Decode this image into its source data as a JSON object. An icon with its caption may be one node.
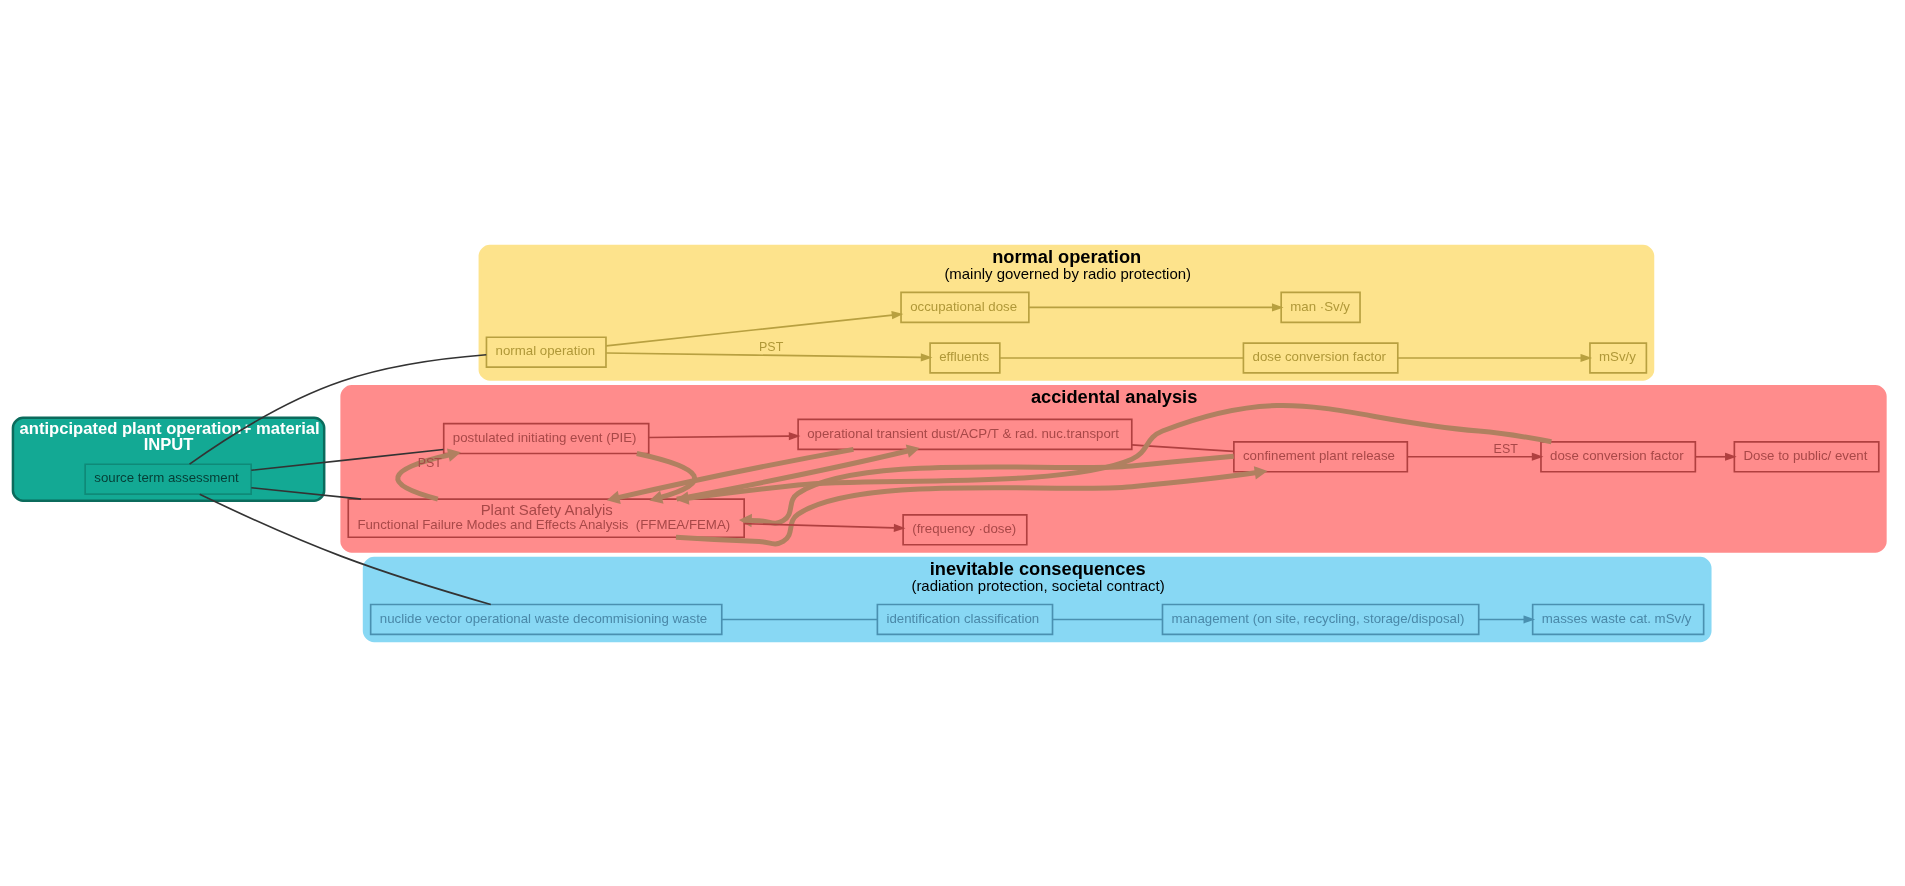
{
  "diagram": {
    "nodes": [
      {
        "text": [
          "antipcipated plant operation+ material",
          "INPUT"
        ]
      },
      {
        "text": [
          "source term assessment"
        ],
        "in": 0
      },
      {
        "text": [
          "normal operation",
          "(mainly governed by radio protection)"
        ]
      },
      {
        "text": [
          "normal operation"
        ],
        "in": 2
      },
      {
        "text": [
          "effluents"
        ],
        "in": 2
      },
      {
        "text": [
          "occupational dose"
        ],
        "in": 2
      },
      {
        "text": [
          "dose conversion factor"
        ],
        "in": 2
      },
      {
        "text": [
          "mSv/y"
        ],
        "in": 2
      },
      {
        "text": [
          "man ·Sv/y"
        ],
        "in": 2
      },
      {
        "text": [
          "accidental analysis"
        ]
      },
      {
        "text": [
          "postulated initiating event (PIE)"
        ],
        "in": 9
      },
      {
        "text": [
          "operational transient dust/ACP/T & rad. nuc.transport"
        ],
        "in": 9
      },
      {
        "text": [
          "confinement plant release"
        ],
        "in": 9
      },
      {
        "text": [
          "dose conversion factor"
        ],
        "in": 9
      },
      {
        "text": [
          "Dose to public/ event"
        ],
        "in": 9
      },
      {
        "text": [
          "Plant Safety Analyis",
          "Functional Failure Modes and Effects Analysis  (FFMEA/FEMA)"
        ],
        "in": 9
      },
      {
        "text": [
          "(frequency ·dose)"
        ],
        "in": 9
      },
      {
        "text": [
          "inevitable consequences",
          "(radiation protection, societal contract)"
        ]
      },
      {
        "text": [
          "nuclide vector operational waste decommisioning waste"
        ],
        "in": 17
      },
      {
        "text": [
          "identification classification"
        ],
        "in": 17
      },
      {
        "text": [
          "management (on site, recycling, storage/disposal)"
        ],
        "in": 17
      },
      {
        "text": [
          "masses waste cat. mSv/y"
        ],
        "in": 17
      }
    ],
    "edges": [
      {
        "from": 1,
        "to": 3,
        "arrow": "none",
        "color": "#333333"
      },
      {
        "from": 1,
        "to": 10,
        "arrow": "none",
        "color": "#333333"
      },
      {
        "from": 1,
        "to": 15,
        "arrow": "none",
        "color": "#333333"
      },
      {
        "from": 1,
        "to": 18,
        "arrow": "none",
        "color": "#333333"
      },
      {
        "from": 3,
        "to": 4,
        "arrow": "to",
        "label": "PST",
        "color": "#b8a040"
      },
      {
        "from": 3,
        "to": 5,
        "arrow": "to",
        "color": "#b8a040"
      },
      {
        "from": 4,
        "to": 6,
        "arrow": "none",
        "color": "#b8a040"
      },
      {
        "from": 6,
        "to": 7,
        "arrow": "to",
        "color": "#b8a040"
      },
      {
        "from": 5,
        "to": 8,
        "arrow": "to",
        "color": "#b8a040"
      },
      {
        "from": 10,
        "to": 11,
        "arrow": "to"
      },
      {
        "from": 11,
        "to": 12,
        "arrow": "none"
      },
      {
        "from": 12,
        "to": 13,
        "arrow": "to",
        "label": "EST"
      },
      {
        "from": 13,
        "to": 14,
        "arrow": "to"
      },
      {
        "from": 15,
        "to": 16,
        "arrow": "to"
      },
      {
        "from": 10,
        "to": 15,
        "arrow": "to",
        "style": "thick",
        "color": "#b08060"
      },
      {
        "from": 15,
        "to": 10,
        "arrow": "to",
        "style": "thick",
        "color": "#b08060",
        "label": "PST"
      },
      {
        "from": 11,
        "to": 15,
        "arrow": "to",
        "style": "thick",
        "color": "#b08060"
      },
      {
        "from": 15,
        "to": 11,
        "arrow": "to",
        "style": "thick",
        "color": "#b08060"
      },
      {
        "from": 12,
        "to": 15,
        "arrow": "to",
        "style": "thick",
        "color": "#b08060"
      },
      {
        "from": 15,
        "to": 12,
        "arrow": "to",
        "style": "thick",
        "color": "#b08060"
      },
      {
        "from": 13,
        "to": 15,
        "arrow": "to",
        "style": "thick",
        "color": "#b08060"
      },
      {
        "from": 18,
        "to": 19,
        "arrow": "none",
        "color": "#4a90b0"
      },
      {
        "from": 19,
        "to": 20,
        "arrow": "none",
        "color": "#4a90b0"
      },
      {
        "from": 20,
        "to": 21,
        "arrow": "to",
        "color": "#4a90b0"
      }
    ]
  }
}
